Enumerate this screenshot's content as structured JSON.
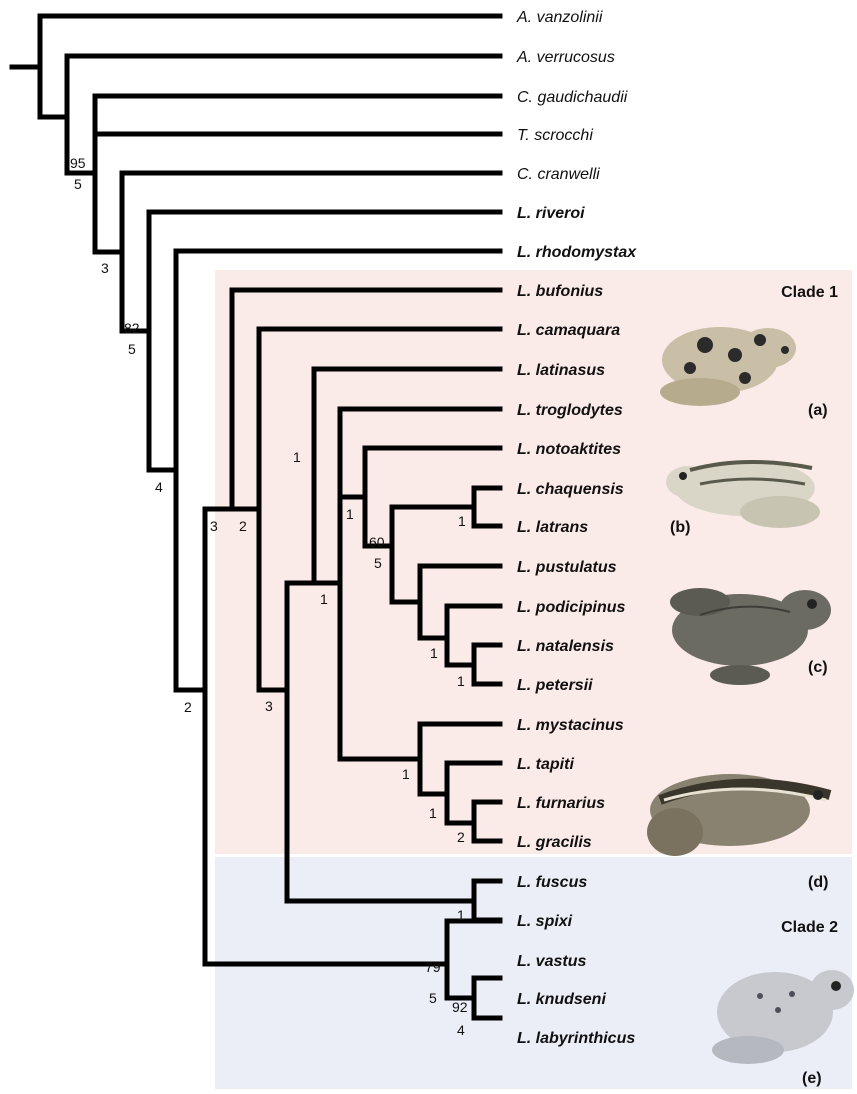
{
  "clades": [
    {
      "id": "clade1",
      "label": "Clade 1",
      "fill": "#fbebe8"
    },
    {
      "id": "clade2",
      "label": "Clade 2",
      "fill": "#eceef7"
    }
  ],
  "taxa": [
    {
      "id": "vanzolinii",
      "label": "A. vanzolinii",
      "bold": false
    },
    {
      "id": "verrucosus",
      "label": "A. verrucosus",
      "bold": false
    },
    {
      "id": "gaudichaudii",
      "label": "C. gaudichaudii",
      "bold": false
    },
    {
      "id": "scrocchi",
      "label": "T. scrocchi",
      "bold": false
    },
    {
      "id": "cranwelli",
      "label": "C. cranwelli",
      "bold": false
    },
    {
      "id": "riveroi",
      "label": "L. riveroi",
      "bold": true
    },
    {
      "id": "rhodomystax",
      "label": "L. rhodomystax",
      "bold": true
    },
    {
      "id": "bufonius",
      "label": "L. bufonius",
      "bold": true
    },
    {
      "id": "camaquara",
      "label": "L. camaquara",
      "bold": true
    },
    {
      "id": "latinasus",
      "label": "L. latinasus",
      "bold": true
    },
    {
      "id": "troglodytes",
      "label": "L. troglodytes",
      "bold": true
    },
    {
      "id": "notoaktites",
      "label": "L. notoaktites",
      "bold": true
    },
    {
      "id": "chaquensis",
      "label": "L. chaquensis",
      "bold": true
    },
    {
      "id": "latrans",
      "label": "L. latrans",
      "bold": true
    },
    {
      "id": "pustulatus",
      "label": "L. pustulatus",
      "bold": true
    },
    {
      "id": "podicipinus",
      "label": "L. podicipinus",
      "bold": true
    },
    {
      "id": "natalensis",
      "label": "L. natalensis",
      "bold": true
    },
    {
      "id": "petersii",
      "label": "L. petersii",
      "bold": true
    },
    {
      "id": "mystacinus",
      "label": "L. mystacinus",
      "bold": true
    },
    {
      "id": "tapiti",
      "label": "L. tapiti",
      "bold": true
    },
    {
      "id": "furnarius",
      "label": "L. furnarius",
      "bold": true
    },
    {
      "id": "gracilis",
      "label": "L. gracilis",
      "bold": true
    },
    {
      "id": "fuscus",
      "label": "L. fuscus",
      "bold": true
    },
    {
      "id": "spixi",
      "label": "L. spixi",
      "bold": true
    },
    {
      "id": "vastus",
      "label": "L. vastus",
      "bold": true
    },
    {
      "id": "knudseni",
      "label": "L. knudseni",
      "bold": true
    },
    {
      "id": "labyrinthicus",
      "label": "L. labyrinthicus",
      "bold": true
    }
  ],
  "supports": [
    {
      "id": "n1_top",
      "label": "95"
    },
    {
      "id": "n1_bottom",
      "label": "5"
    },
    {
      "id": "n2",
      "label": "3"
    },
    {
      "id": "n3_top",
      "label": "82"
    },
    {
      "id": "n3_bottom",
      "label": "5"
    },
    {
      "id": "n4",
      "label": "4"
    },
    {
      "id": "n5",
      "label": "2"
    },
    {
      "id": "n6",
      "label": "3"
    },
    {
      "id": "n7",
      "label": "2"
    },
    {
      "id": "n8",
      "label": "3"
    },
    {
      "id": "n9",
      "label": "1"
    },
    {
      "id": "n10",
      "label": "1"
    },
    {
      "id": "n11",
      "label": "1"
    },
    {
      "id": "n12_top",
      "label": "60"
    },
    {
      "id": "n12_bottom",
      "label": "5"
    },
    {
      "id": "n13",
      "label": "1"
    },
    {
      "id": "n14",
      "label": "1"
    },
    {
      "id": "n15",
      "label": "1"
    },
    {
      "id": "n16",
      "label": "1"
    },
    {
      "id": "n17",
      "label": "1"
    },
    {
      "id": "n18",
      "label": "2"
    },
    {
      "id": "n19",
      "label": "1"
    },
    {
      "id": "n20_top",
      "label": "79"
    },
    {
      "id": "n20_bottom",
      "label": "5"
    },
    {
      "id": "n21_top",
      "label": "92"
    },
    {
      "id": "n21_bottom",
      "label": "4"
    }
  ],
  "photos": [
    {
      "id": "a",
      "label": "(a)",
      "body": "#c9bfa6",
      "spots": "#2b2b2b"
    },
    {
      "id": "b",
      "label": "(b)",
      "body": "#d9d6c8",
      "spots": "#5a5a4c"
    },
    {
      "id": "c",
      "label": "(c)",
      "body": "#6b6b62",
      "spots": "#3e3e38"
    },
    {
      "id": "d",
      "label": "(d)",
      "body": "#8a8270",
      "spots": "#3b362b"
    },
    {
      "id": "e",
      "label": "(e)",
      "body": "#c7c9cf",
      "spots": "#4b4f59"
    }
  ]
}
